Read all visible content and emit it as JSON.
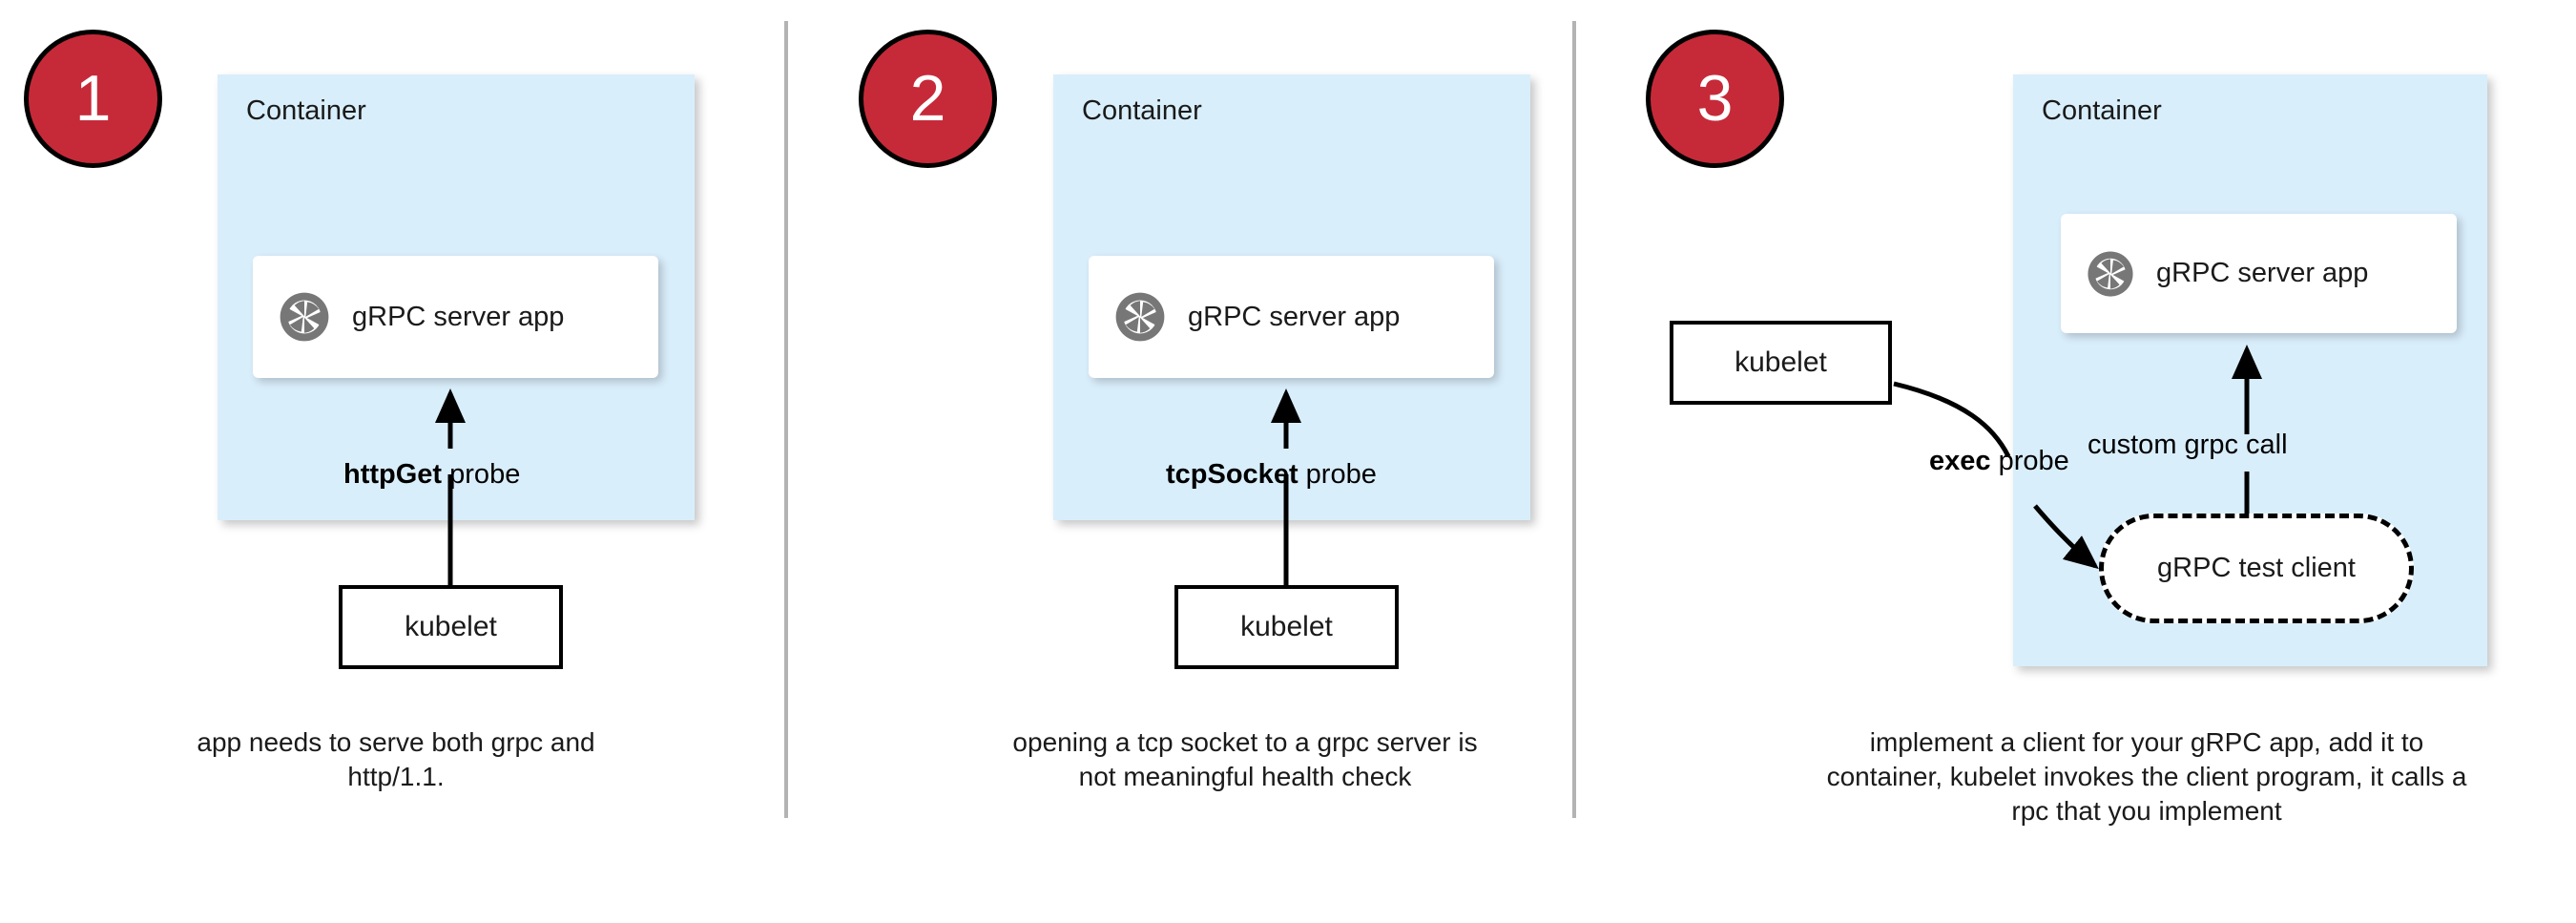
{
  "diagram": {
    "title": "gRPC health probe approaches",
    "colors": {
      "badge_fill": "#c62a39",
      "badge_text": "#ffffff",
      "container_fill": "#d9eefb",
      "card_fill": "#ffffff",
      "stroke": "#000000",
      "divider": "#b3b3b3"
    },
    "panels": [
      {
        "step": "1",
        "container_label": "Container",
        "app_label": "gRPC server app",
        "app_icon": "grpc-aperture-icon",
        "kubelet_label": "kubelet",
        "edge_label_bold": "httpGet",
        "edge_label_rest": " probe",
        "caption": "app needs to serve both grpc and http/1.1."
      },
      {
        "step": "2",
        "container_label": "Container",
        "app_label": "gRPC server app",
        "app_icon": "grpc-aperture-icon",
        "kubelet_label": "kubelet",
        "edge_label_bold": "tcpSocket",
        "edge_label_rest": " probe",
        "caption": "opening a tcp socket to a grpc server is not meaningful health check"
      },
      {
        "step": "3",
        "container_label": "Container",
        "app_label": "gRPC server app",
        "app_icon": "grpc-aperture-icon",
        "kubelet_label": "kubelet",
        "test_client_label": "gRPC test client",
        "edge_label_bold": "exec",
        "edge_label_rest": " probe",
        "edge_label_internal": "custom grpc call",
        "caption": "implement a client for your gRPC app, add it to container, kubelet invokes the client program, it calls a rpc that you implement"
      }
    ]
  }
}
